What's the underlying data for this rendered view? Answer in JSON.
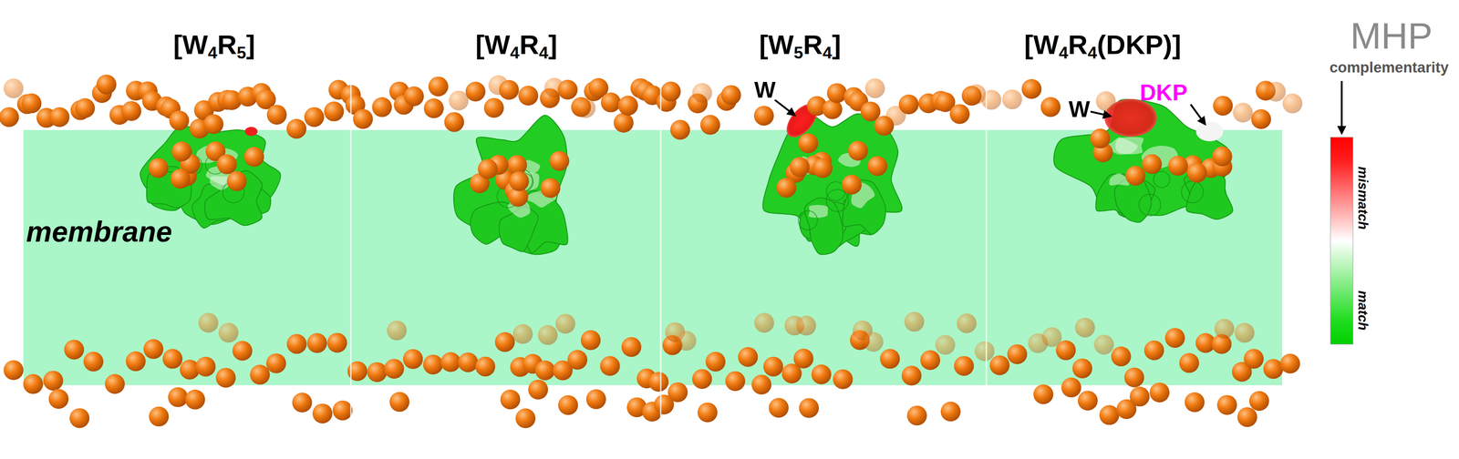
{
  "diagram": {
    "nodes": [
      {
        "text": [
          "membrane"
        ]
      }
    ],
    "labels": [
      "[W4R5]",
      "[W4R4]",
      "[W5R4]",
      "[W4R4(DKP)]",
      "W",
      "W",
      "DKP",
      "MHP",
      "complementarity",
      "mismatch",
      "match"
    ]
  }
}
